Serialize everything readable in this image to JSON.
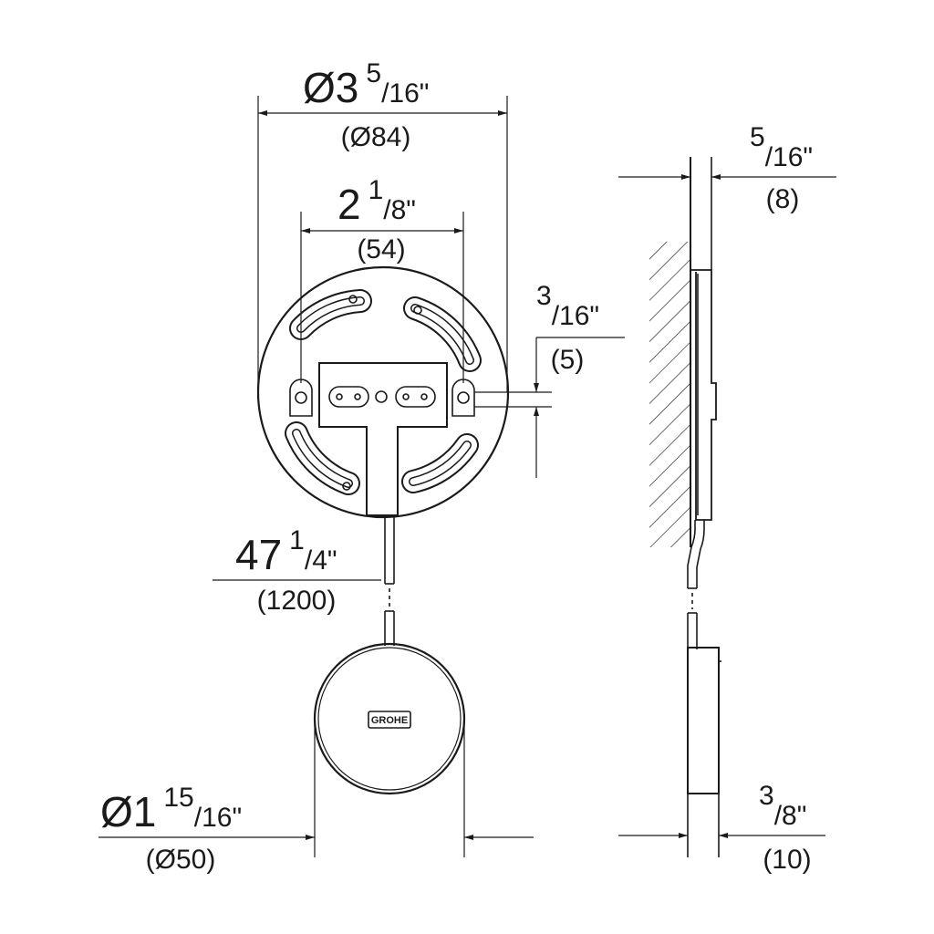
{
  "dimensions": {
    "outer_diameter": {
      "main": "Ø3",
      "num": "5",
      "den": "16\"",
      "metric": "(Ø84)"
    },
    "hole_spacing": {
      "main": "2",
      "num": "1",
      "den": "8\"",
      "metric": "(54)"
    },
    "cable_length": {
      "main": "47",
      "num": "1",
      "den": "4\"",
      "metric": "(1200)"
    },
    "button_diameter": {
      "main": "Ø1",
      "num": "15",
      "den": "16\"",
      "metric": "(Ø50)"
    },
    "plate_thickness": {
      "num": "5",
      "den": "16\"",
      "metric": "(8)"
    },
    "offset": {
      "num": "3",
      "den": "16\"",
      "metric": "(5)"
    },
    "button_thickness": {
      "num": "3",
      "den": "8\"",
      "metric": "(10)"
    }
  },
  "logo": {
    "text": "GROHE"
  },
  "colors": {
    "line": "#1a1a1a",
    "background": "#ffffff"
  }
}
